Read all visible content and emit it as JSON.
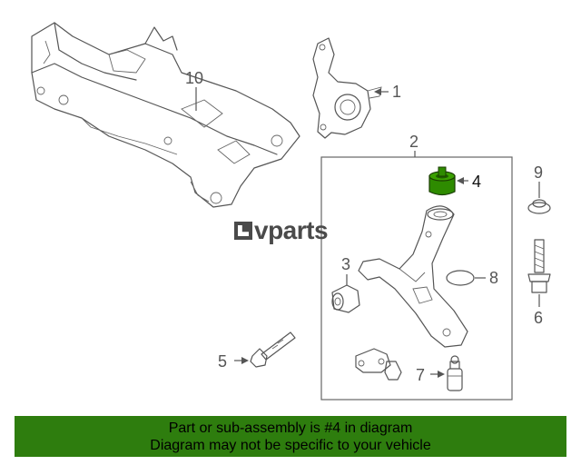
{
  "callouts": {
    "c1": "1",
    "c2": "2",
    "c3": "3",
    "c4": "4",
    "c5": "5",
    "c6": "6",
    "c7": "7",
    "c8": "8",
    "c9": "9",
    "c10": "10"
  },
  "watermark": {
    "text": "vparts"
  },
  "footer": {
    "line1": "Part or sub-assembly is #4 in diagram",
    "line2": "Diagram may not be specific to your vehicle"
  },
  "colors": {
    "highlight_part": "#2e8b00",
    "footer_bg": "#2e7d0e",
    "line": "#555555"
  }
}
